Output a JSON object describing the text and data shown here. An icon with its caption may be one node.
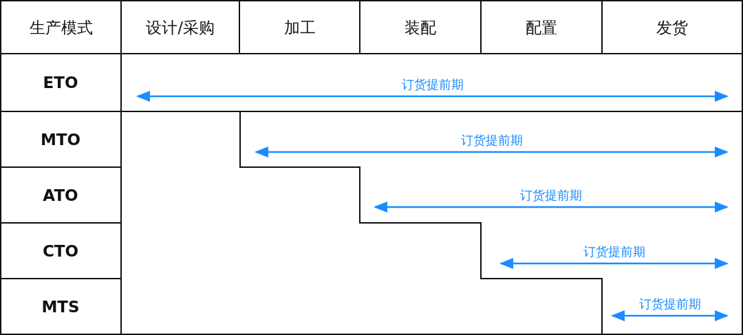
{
  "diagram": {
    "labels": [
      "生产模式",
      "设计/采购",
      "加工",
      "装配",
      "配置",
      "发货",
      "ETO",
      "订货提前期",
      "MTO",
      "订货提前期",
      "ATO",
      "订货提前期",
      "CTO",
      "订货提前期",
      "MTS",
      "订货提前期"
    ]
  }
}
